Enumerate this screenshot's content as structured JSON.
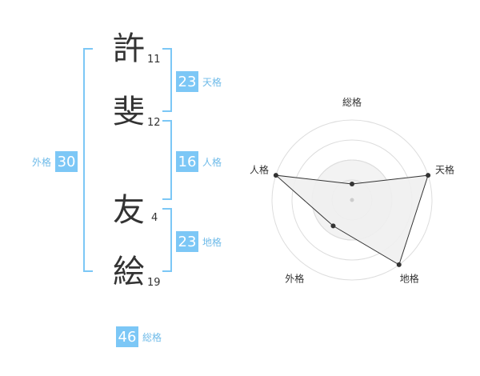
{
  "characters": [
    {
      "char": "許",
      "strokes": "11"
    },
    {
      "char": "斐",
      "strokes": "12"
    },
    {
      "char": "友",
      "strokes": "4"
    },
    {
      "char": "絵",
      "strokes": "19"
    }
  ],
  "fortunes": {
    "tenkaku": {
      "value": "23",
      "label": "天格"
    },
    "jinkaku": {
      "value": "16",
      "label": "人格"
    },
    "chikaku": {
      "value": "23",
      "label": "地格"
    },
    "gaikaku": {
      "value": "30",
      "label": "外格"
    },
    "soukaku": {
      "value": "46",
      "label": "総格"
    }
  },
  "colors": {
    "accent": "#7cc7f6",
    "text": "#333333"
  },
  "chart_data": {
    "type": "radar",
    "axes": [
      "総格",
      "天格",
      "地格",
      "外格",
      "人格"
    ],
    "values": [
      1,
      5,
      5,
      2,
      5
    ],
    "rmax": 5,
    "rings": 4,
    "center_marker": true
  }
}
